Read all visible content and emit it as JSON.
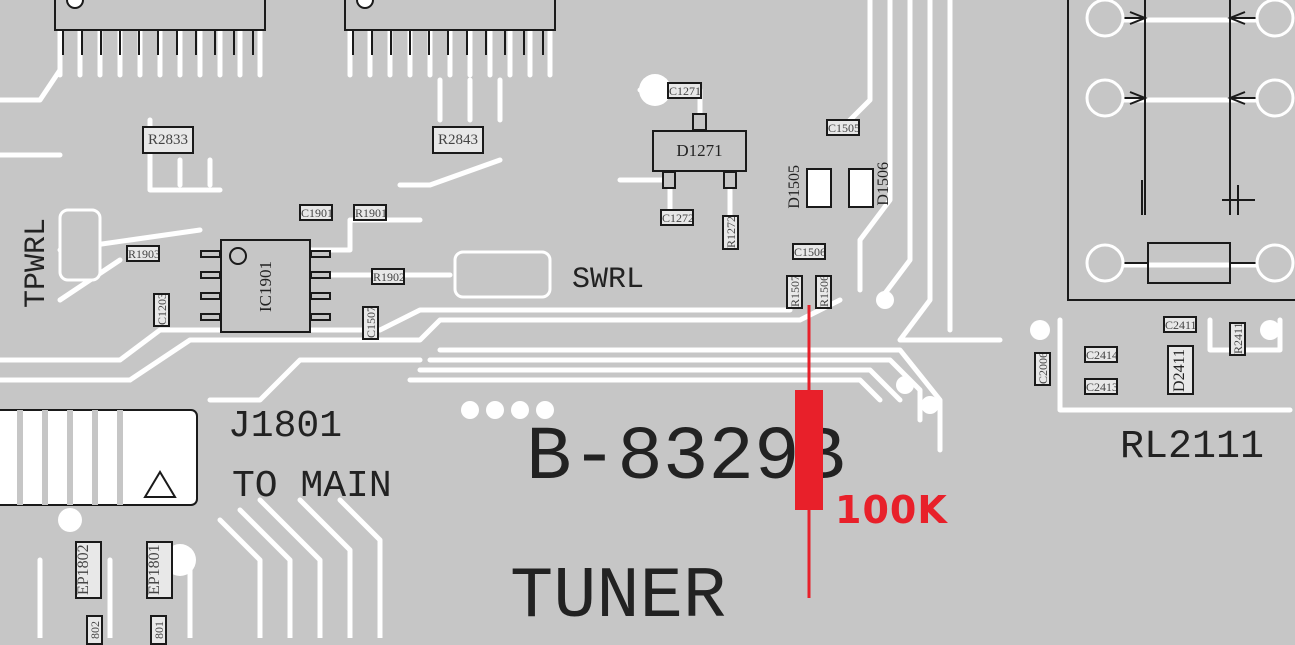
{
  "board": {
    "title": "B-8329B",
    "section": "TUNER",
    "connector": {
      "ref": "J1801",
      "desc": "TO MAIN"
    },
    "relay": "RL2111",
    "net_labels": {
      "left": "TPWRL",
      "center": "SWRL"
    }
  },
  "components": {
    "R2833": "R2833",
    "R2843": "R2843",
    "C1271": "C1271",
    "D1271": "D1271",
    "C1505": "C1505",
    "D1505": "D1505",
    "D1506": "D1506",
    "C1272": "C1272",
    "R1272": "R1272",
    "C1506": "C1506",
    "R1507": "R1507",
    "R1506": "R1506",
    "C1901": "C1901",
    "R1901": "R1901",
    "R1903": "R1903",
    "IC1901": "IC1901",
    "R1902": "R1902",
    "C1203": "C1203",
    "C1507": "C1507",
    "C2411": "C2411",
    "R2411": "R2411",
    "C2414": "C2414",
    "C2413": "C2413",
    "D2411": "D2411",
    "C2006": "C2006",
    "EP1802": "EP1802",
    "EP1801": "EP1801",
    "EP1802b": "802",
    "EP1801b": "801"
  },
  "annotation": {
    "value": "100K",
    "color": "#e8202a"
  }
}
